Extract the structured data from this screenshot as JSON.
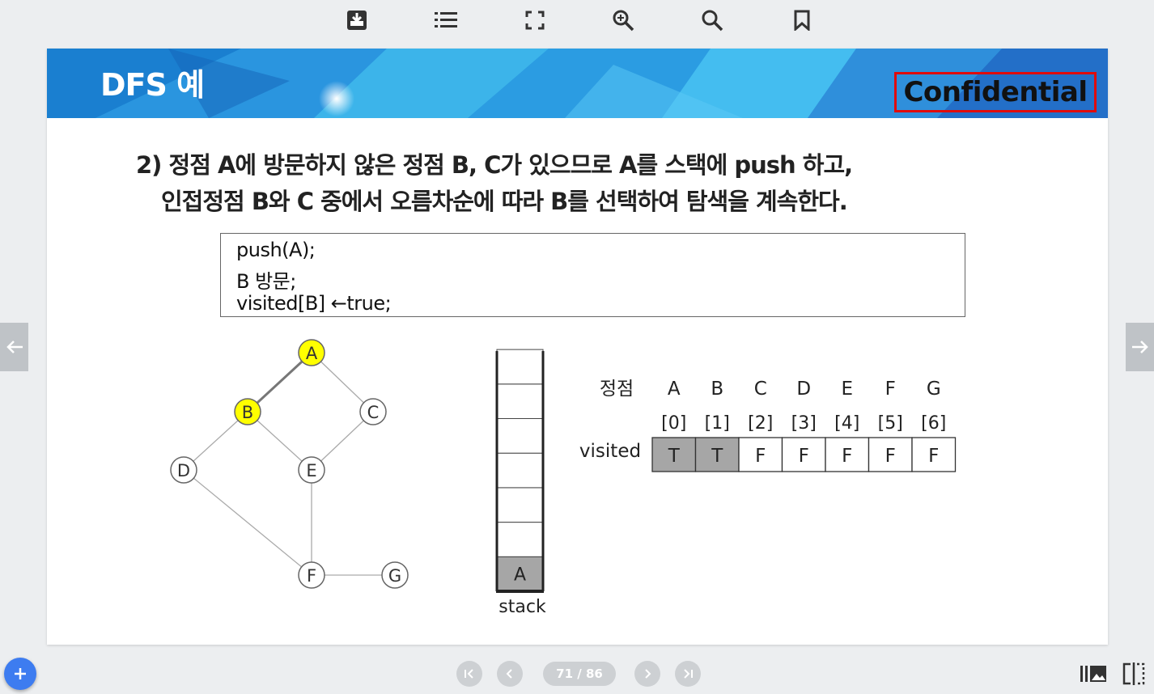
{
  "toolbar": {
    "icons": [
      "download-icon",
      "table-of-contents-icon",
      "fullscreen-icon",
      "zoom-in-icon",
      "search-icon",
      "bookmark-icon"
    ]
  },
  "slide": {
    "title": "DFS 예",
    "confidential": "Confidential",
    "desc_line1": "2) 정점 A에 방문하지 않은 정점 B, C가 있으므로 A를 스택에 push 하고,",
    "desc_line2": "인접정점 B와 C 중에서 오름차순에 따라 B를 선택하여 탐색을 계속한다.",
    "code": [
      "push(A);",
      "B 방문;",
      "visited[B] ←true;"
    ],
    "graph": {
      "nodes": [
        {
          "id": "A",
          "highlight": true
        },
        {
          "id": "B",
          "highlight": true
        },
        {
          "id": "C",
          "highlight": false
        },
        {
          "id": "D",
          "highlight": false
        },
        {
          "id": "E",
          "highlight": false
        },
        {
          "id": "F",
          "highlight": false
        },
        {
          "id": "G",
          "highlight": false
        }
      ],
      "edges": [
        [
          "A",
          "B"
        ],
        [
          "A",
          "C"
        ],
        [
          "B",
          "D"
        ],
        [
          "B",
          "E"
        ],
        [
          "C",
          "E"
        ],
        [
          "D",
          "F"
        ],
        [
          "E",
          "F"
        ],
        [
          "F",
          "G"
        ]
      ],
      "visited_edge": [
        "A",
        "B"
      ],
      "highlight_color": "#ffff00"
    },
    "stack": {
      "items": [
        "A"
      ],
      "label": "stack"
    },
    "visited_table": {
      "header_label": "정점",
      "row_label": "visited",
      "vertices": [
        "A",
        "B",
        "C",
        "D",
        "E",
        "F",
        "G"
      ],
      "indices": [
        "[0]",
        "[1]",
        "[2]",
        "[3]",
        "[4]",
        "[5]",
        "[6]"
      ],
      "values": [
        "T",
        "T",
        "F",
        "F",
        "F",
        "F",
        "F"
      ]
    }
  },
  "navigation": {
    "page_indicator": "71 / 86"
  },
  "colors": {
    "banner": "#2ea3e3",
    "confidential_border": "#e00b0b",
    "fab": "#3d7cf0"
  }
}
